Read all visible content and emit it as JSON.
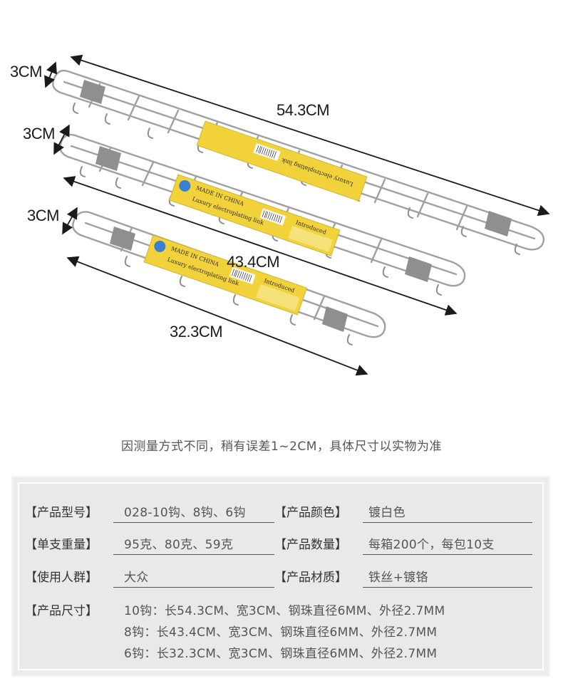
{
  "dimensions": {
    "long_length": "54.3CM",
    "medium_length": "43.4CM",
    "short_length": "32.3CM",
    "long_width": "3CM",
    "medium_width": "3CM",
    "short_width": "3CM"
  },
  "tag": {
    "made_in": "MADE IN CHINA",
    "product_line": "Luxury electroplating link",
    "introduced": "Introduced"
  },
  "note": "因测量方式不同，稍有误差1~2CM，具体尺寸以实物为准",
  "spec": {
    "model_label": "【产品型号】",
    "model_value": "028-10钩、8钩、6钩",
    "color_label": "【产品颜色】",
    "color_value": "镀白色",
    "weight_label": "【单支重量】",
    "weight_value": "95克、80克、59克",
    "quantity_label": "【产品数量】",
    "quantity_value": "每箱200个，每包10支",
    "users_label": "【使用人群】",
    "users_value": "大众",
    "material_label": "【产品材质】",
    "material_value": "铁丝+镀铬",
    "size_label": "【产品尺寸】",
    "size_lines": [
      "10钩：长54.3CM、宽3CM、钢珠直径6MM、外径2.7MM",
      "8钩：长43.4CM、宽3CM、钢珠直径6MM、外径2.7MM",
      "6钩：长32.3CM、宽3CM、钢珠直径6MM、外径2.7MM"
    ]
  },
  "colors": {
    "tag_yellow": "#f2d23a",
    "wire": "#9a9a9a",
    "plate": "#8f8f8f",
    "arrow": "#1a1a1a"
  }
}
